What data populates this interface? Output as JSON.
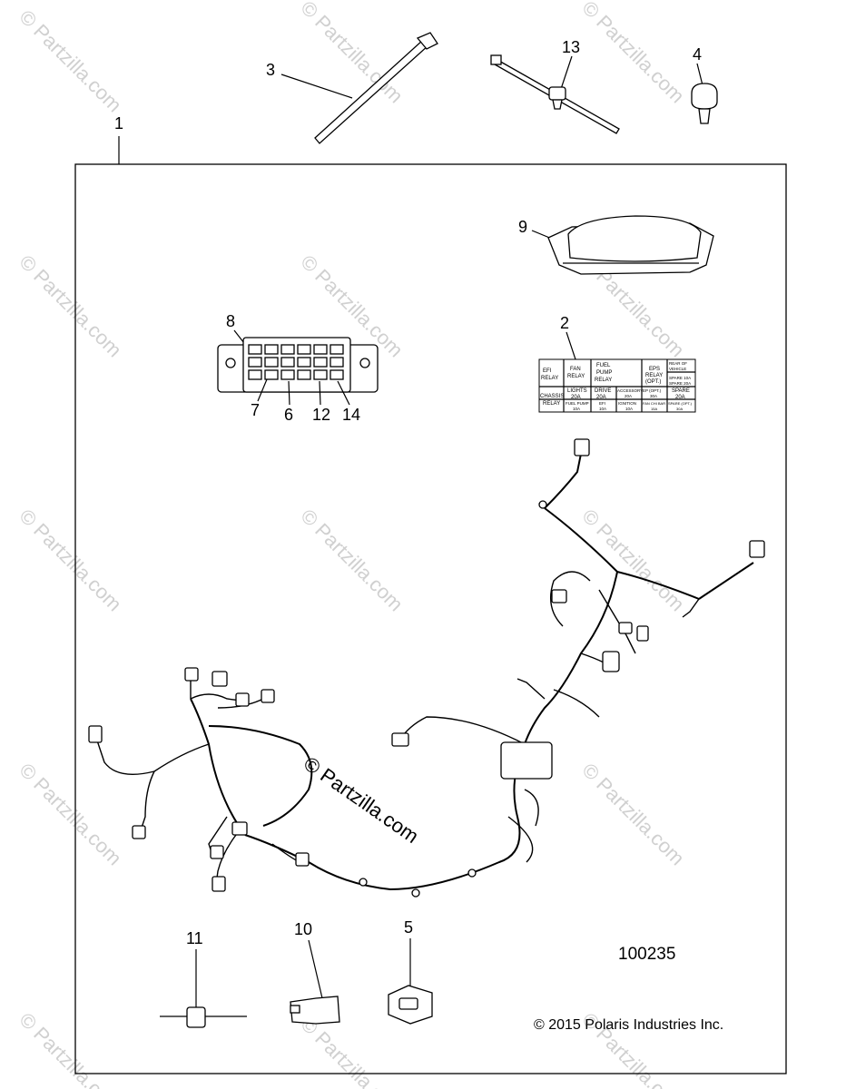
{
  "diagram": {
    "callouts": {
      "c1": "1",
      "c2": "2",
      "c3": "3",
      "c4": "4",
      "c5": "5",
      "c6": "6",
      "c7": "7",
      "c8": "8",
      "c9": "9",
      "c10": "10",
      "c11": "11",
      "c12": "12",
      "c13": "13",
      "c14": "14"
    },
    "figure_number": "100235",
    "copyright": "© 2015 Polaris Industries Inc.",
    "center_watermark": "© Partzilla.com",
    "bg_watermark": "© Partzilla.com",
    "fuse_label": {
      "r1c1": "EFI",
      "r1c1b": "RELAY",
      "r1c2": "FAN",
      "r1c2b": "RELAY",
      "r1c3": "FUEL",
      "r1c3b": "PUMP",
      "r1c3c": "RELAY",
      "r1c5": "EPS",
      "r1c5b": "RELAY",
      "r1c5c": "(OPT.)",
      "r1c6": "REAR OF",
      "r1c6b": "VEHICLE",
      "spare1": "SPARE 10A",
      "spare2": "SPARE 20A",
      "r2c1": "CHASSIS",
      "r2c1b": "RELAY",
      "r2c2": "LIGHTS",
      "r2c2b": "20A",
      "r2c3": "DRIVE",
      "r2c3b": "20A",
      "r2c4": "ACCESSORY",
      "r2c4b": "20A",
      "r2c5": "EP (OPT.)",
      "r2c5b": "30A",
      "r2c6": "SPARE",
      "r2c6b": "20A",
      "r3c2": "FUEL PUMP",
      "r3c2b": "10A",
      "r3c3": "EFI",
      "r3c3b": "10A",
      "r3c4": "IGNITION",
      "r3c4b": "10A",
      "r3c5": "FAN CHI BAR",
      "r3c5b": "15A",
      "r3c6": "SPARE (OPT.)",
      "r3c6b": "30A"
    }
  },
  "colors": {
    "line": "#000000",
    "watermark": "#d0d0d0",
    "background": "#ffffff"
  }
}
